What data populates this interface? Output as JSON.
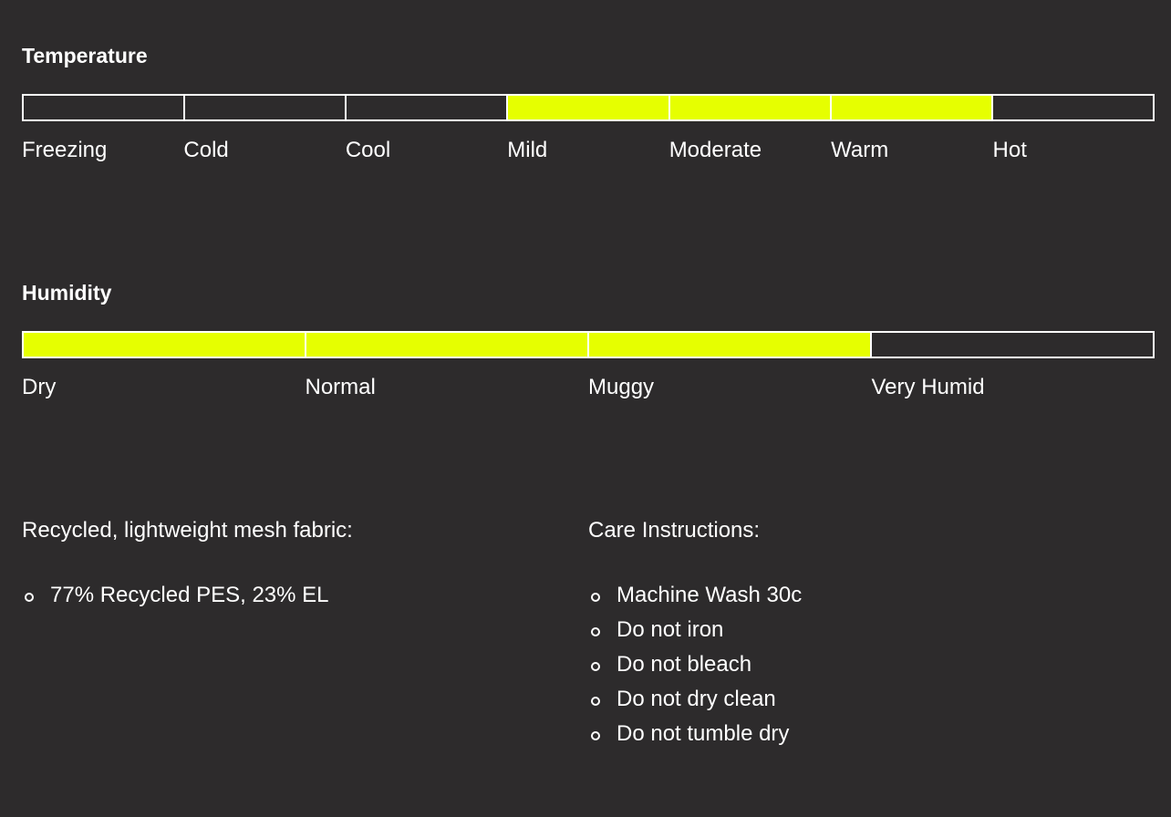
{
  "temperature": {
    "title": "Temperature",
    "levels": [
      "Freezing",
      "Cold",
      "Cool",
      "Mild",
      "Moderate",
      "Warm",
      "Hot"
    ],
    "active": [
      false,
      false,
      false,
      true,
      true,
      true,
      false
    ]
  },
  "humidity": {
    "title": "Humidity",
    "levels": [
      "Dry",
      "Normal",
      "Muggy",
      "Very Humid"
    ],
    "active": [
      true,
      true,
      true,
      false
    ]
  },
  "fabric": {
    "title": "Recycled, lightweight mesh fabric:",
    "items": [
      "77% Recycled PES, 23% EL"
    ]
  },
  "care": {
    "title": "Care Instructions:",
    "items": [
      "Machine Wash 30c",
      "Do not iron",
      "Do not bleach",
      "Do not dry clean",
      "Do not tumble dry"
    ]
  },
  "colors": {
    "background": "#2d2b2c",
    "accent": "#e6ff00",
    "text": "#ffffff"
  }
}
